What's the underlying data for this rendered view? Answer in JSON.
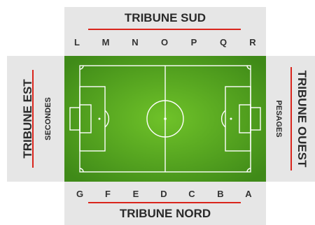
{
  "stands": {
    "south": {
      "title": "TRIBUNE SUD",
      "sectors": [
        "L",
        "M",
        "N",
        "O",
        "P",
        "Q",
        "R"
      ]
    },
    "north": {
      "title": "TRIBUNE NORD",
      "sectors": [
        "G",
        "F",
        "E",
        "D",
        "C",
        "B",
        "A"
      ]
    },
    "east": {
      "title": "TRIBUNE EST",
      "subtitle": "SECONDES"
    },
    "west": {
      "title": "TRIBUNE OUEST",
      "subtitle": "PESAGES"
    }
  },
  "colors": {
    "pitch_center": "#6fc229",
    "pitch_edge": "#3f8a18",
    "stand_bg": "#e6e6e6",
    "accent_line": "#d9251c",
    "text": "#2a2a2a"
  }
}
